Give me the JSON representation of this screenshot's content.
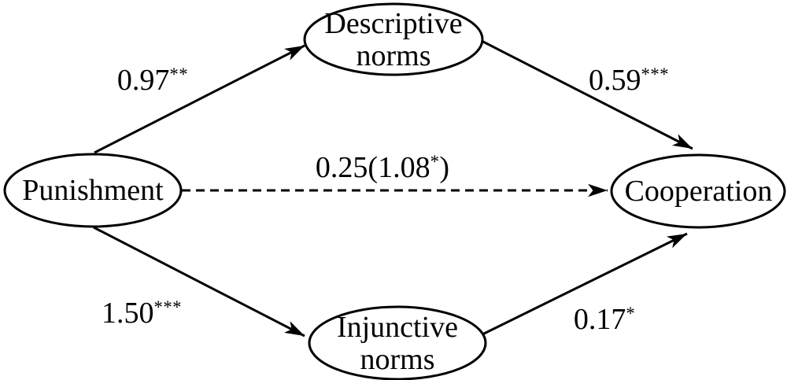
{
  "colors": {
    "ink": "#000000",
    "background": "#ffffff"
  },
  "diagram": {
    "type": "path-model",
    "nodes": {
      "punishment": {
        "label": "Punishment"
      },
      "descriptive": {
        "label": "Descriptive\nnorms"
      },
      "injunctive": {
        "label": "Injunctive\nnorms"
      },
      "cooperation": {
        "label": "Cooperation"
      }
    },
    "edges": {
      "punishment_descriptive": {
        "from": "Punishment",
        "to": "Descriptive norms",
        "style": "solid",
        "prefix": "0.97",
        "sup": "**",
        "suffix": ""
      },
      "descriptive_cooperation": {
        "from": "Descriptive norms",
        "to": "Cooperation",
        "style": "solid",
        "prefix": "0.59",
        "sup": "***",
        "suffix": ""
      },
      "punishment_cooperation": {
        "from": "Punishment",
        "to": "Cooperation",
        "style": "dashed",
        "prefix": "0.25(1.08",
        "sup": "*",
        "suffix": ")"
      },
      "punishment_injunctive": {
        "from": "Punishment",
        "to": "Injunctive norms",
        "style": "solid",
        "prefix": "1.50",
        "sup": "***",
        "suffix": ""
      },
      "injunctive_cooperation": {
        "from": "Injunctive norms",
        "to": "Cooperation",
        "style": "solid",
        "prefix": "0.17",
        "sup": "*",
        "suffix": ""
      }
    }
  }
}
